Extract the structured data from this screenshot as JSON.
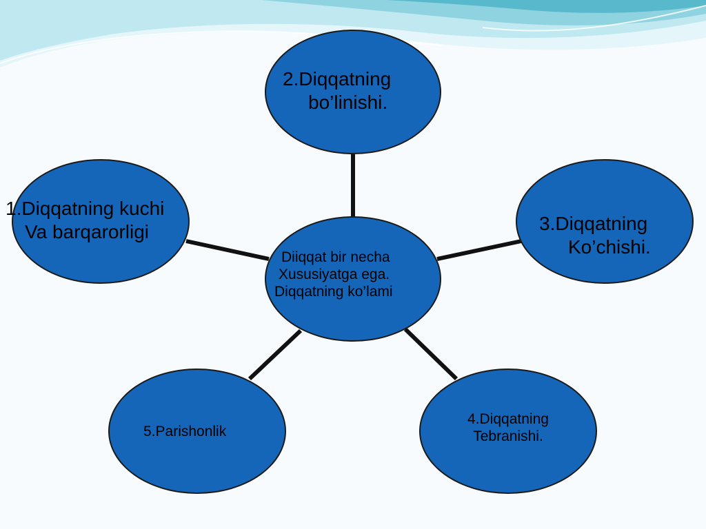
{
  "colors": {
    "node_fill": "#1565b8",
    "node_stroke": "#1a1a1a",
    "connector": "#111111",
    "wave_light": "#cfeef4",
    "wave_mid": "#8fd3e0",
    "wave_dark": "#58b8cc",
    "background": "#f7fbfd"
  },
  "center": {
    "line1": "Diiqqat bir necha",
    "line2": "Xususiyatga ega.",
    "line3": "Diqqatning ko’lami"
  },
  "node_1": {
    "line1": "1.Diqqatning kuchi",
    "line2": "Va barqarorligi"
  },
  "node_2": {
    "line1": "2.Diqqatning",
    "line2": "bo’linishi."
  },
  "node_3": {
    "line1": "3.Diqqatning",
    "line2": "Ko’chishi."
  },
  "node_4": {
    "line1": "4.Diqqatning",
    "line2": "Tebranishi."
  },
  "node_5": {
    "line1": "5.Parishonlik"
  }
}
